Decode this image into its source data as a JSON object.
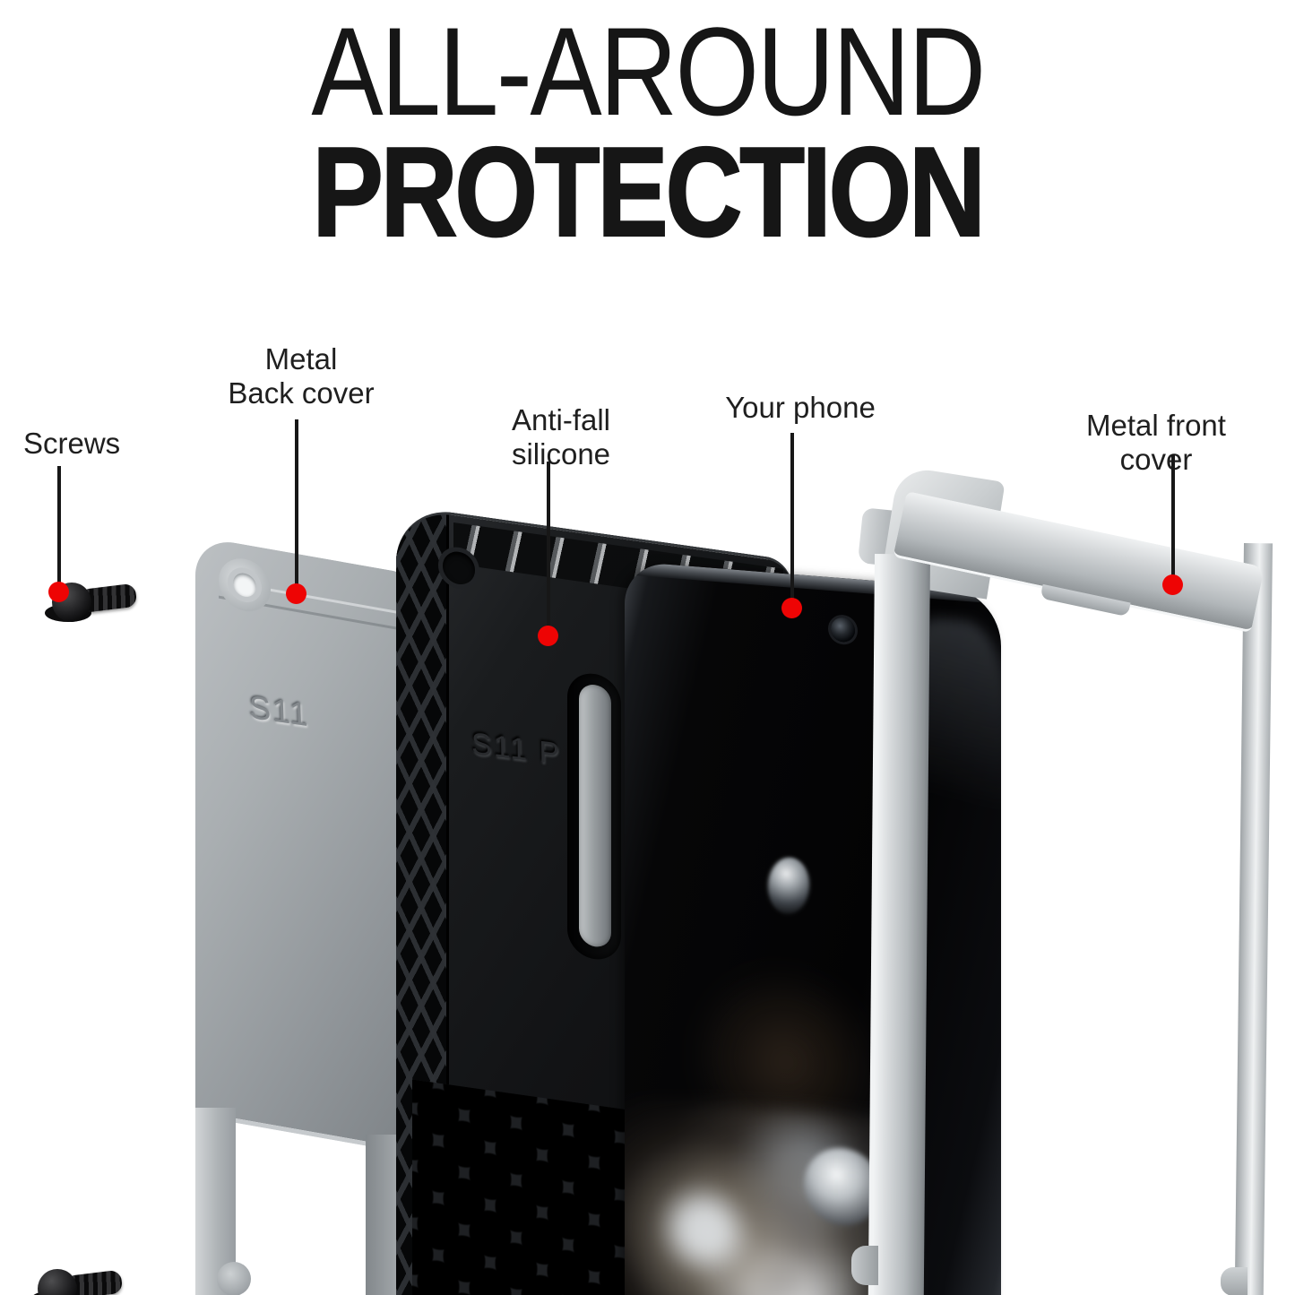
{
  "title": {
    "line1": "ALL-AROUND",
    "line2": "PROTECTION"
  },
  "callouts": {
    "screws": {
      "label": "Screws"
    },
    "back_cover": {
      "label_line1": "Metal",
      "label_line2": "Back cover"
    },
    "silicone": {
      "label": "Anti-fall silicone"
    },
    "phone": {
      "label": "Your phone"
    },
    "front_cover": {
      "label": "Metal front cover"
    }
  },
  "engravings": {
    "back_cover": "S11",
    "silicone": "S11 P"
  },
  "colors": {
    "callout_dot": "#ee0404",
    "callout_line": "#171717",
    "title_text": "#161616",
    "metal_gray": "#b2b7ba",
    "silicone_black": "#121315",
    "phone_black": "#050506",
    "background": "#ffffff"
  }
}
